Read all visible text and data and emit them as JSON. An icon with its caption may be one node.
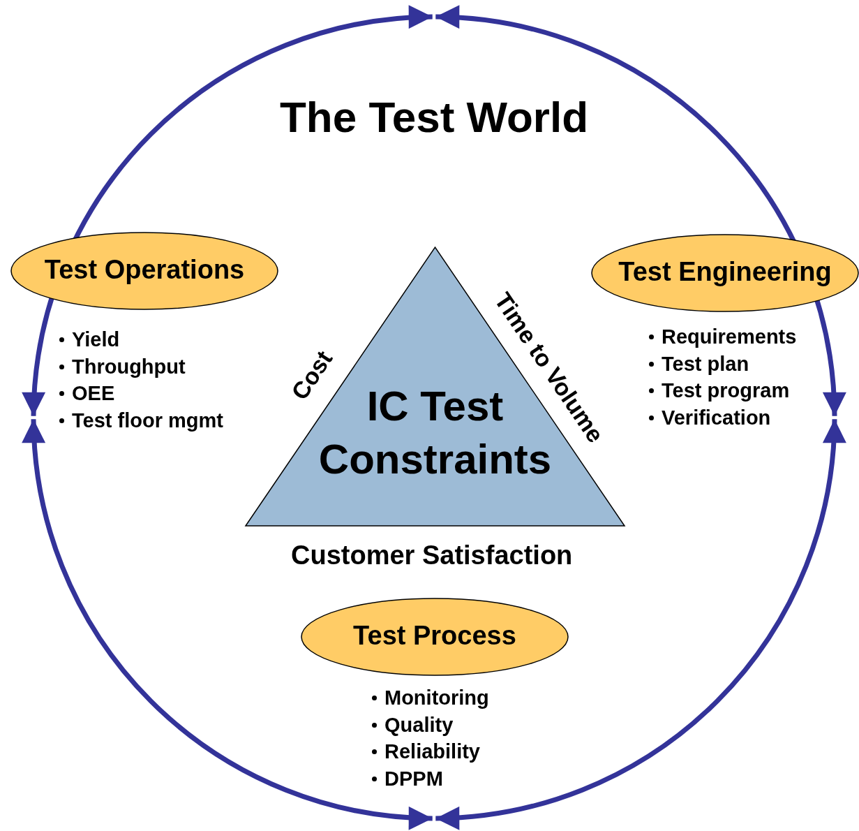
{
  "diagram": {
    "title": "The Test World",
    "nodes": [
      {
        "text": [
          "Test Operations"
        ],
        "beside": [
          "Yield",
          "Throughput",
          "OEE",
          "Test floor mgmt"
        ]
      },
      {
        "text": [
          "IC Test Constraints"
        ],
        "beside": [
          "Cost",
          "Time to Volume",
          "Customer Satisfaction"
        ]
      },
      {
        "text": [
          "Test Engineering"
        ],
        "beside": [
          "Requirements",
          "Test plan",
          "Test program",
          "Verification"
        ]
      },
      {
        "text": [
          "Test Process"
        ],
        "beside": [
          "Monitoring",
          "Quality",
          "Reliability",
          "DPPM"
        ]
      }
    ]
  }
}
